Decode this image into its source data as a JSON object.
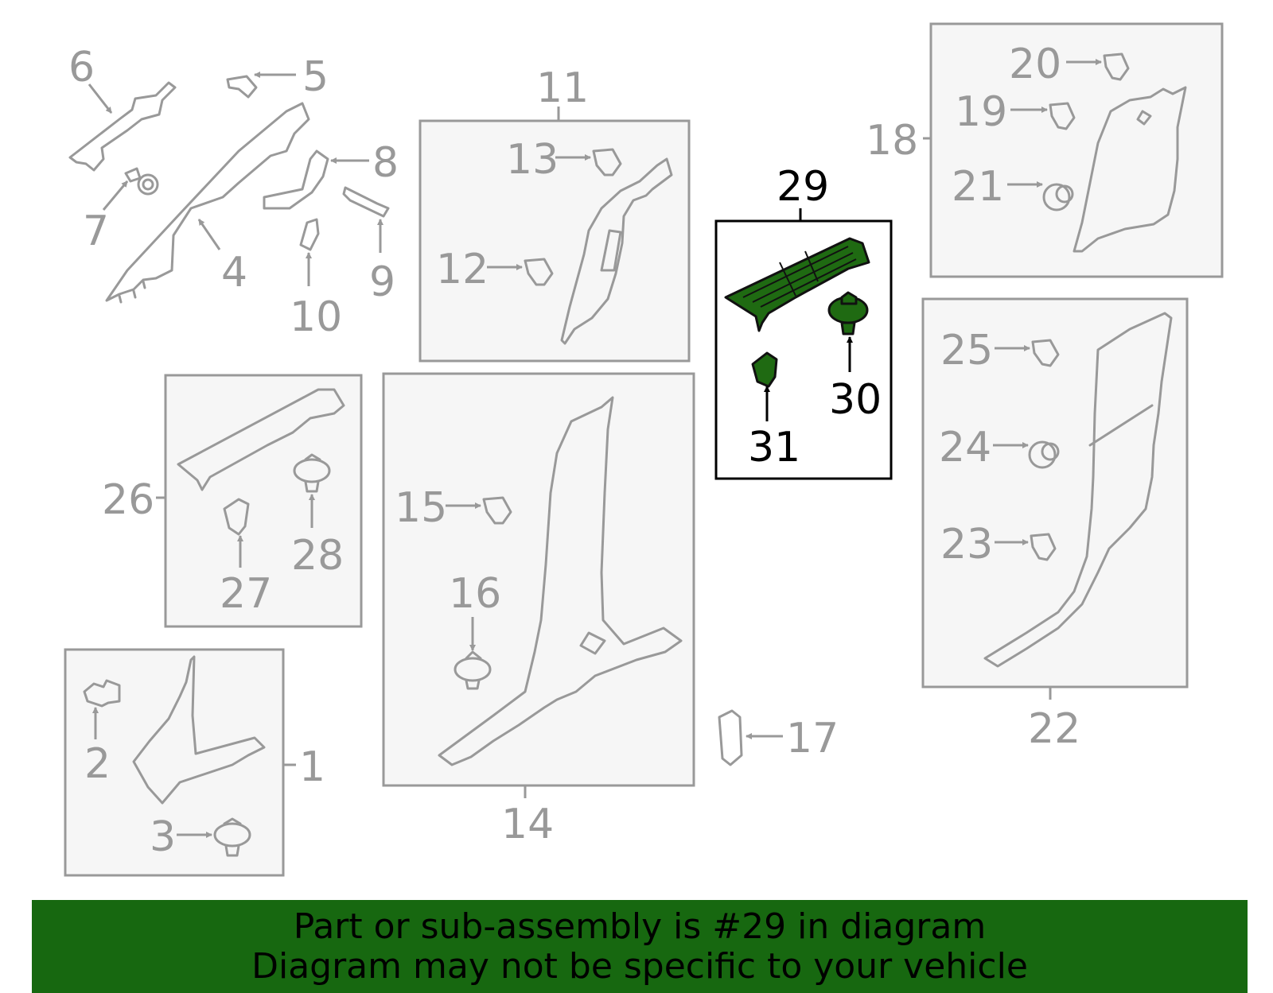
{
  "callouts": {
    "c1": "1",
    "c2": "2",
    "c3": "3",
    "c4": "4",
    "c5": "5",
    "c6": "6",
    "c7": "7",
    "c8": "8",
    "c9": "9",
    "c10": "10",
    "c11": "11",
    "c12": "12",
    "c13": "13",
    "c14": "14",
    "c15": "15",
    "c16": "16",
    "c17": "17",
    "c18": "18",
    "c19": "19",
    "c20": "20",
    "c21": "21",
    "c22": "22",
    "c23": "23",
    "c24": "24",
    "c25": "25",
    "c26": "26",
    "c27": "27",
    "c28": "28",
    "c29": "29",
    "c30": "30",
    "c31": "31"
  },
  "highlighted_part": "29",
  "colors": {
    "highlight_fill": "#1f6a12",
    "banner_bg": "#176810",
    "line_gray": "#999999"
  },
  "banner": {
    "line1": "Part or sub-assembly is #29 in diagram",
    "line2": "Diagram may not be specific to your vehicle"
  }
}
